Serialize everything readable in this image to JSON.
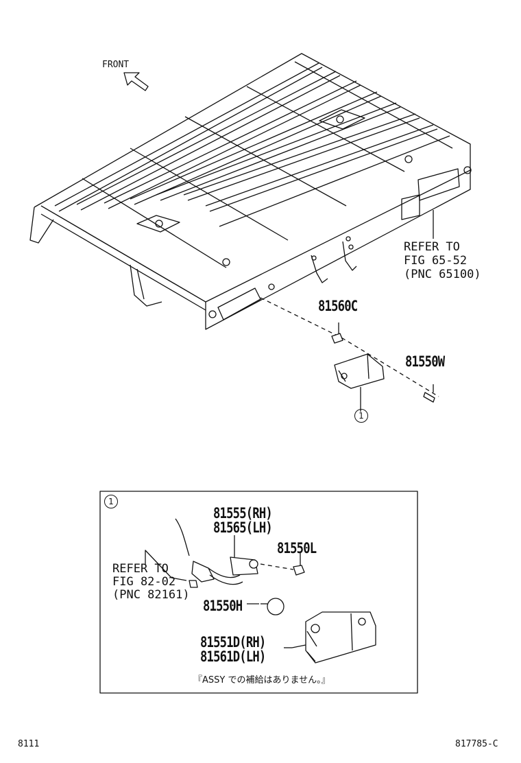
{
  "front_label": "FRONT",
  "parts_upper": {
    "nut_code": "81560C",
    "screw_code": "81550W",
    "ref_body": [
      "REFER TO",
      "FIG 65-52",
      "(PNC 65100)"
    ],
    "callout": "1"
  },
  "detail_box": {
    "callout": "1",
    "socket_rh": "81555(RH)",
    "socket_lh": "81565(LH)",
    "bulb_small": "81550L",
    "bulb_large": "81550H",
    "lamp_rh": "81551D(RH)",
    "lamp_lh": "81561D(LH)",
    "ref_wire": [
      "REFER TO",
      "FIG 82-02",
      "(PNC 82161)"
    ],
    "note": "『ASSY での補給はありません。』"
  },
  "footer": {
    "page_code": "8111",
    "figure_id": "817785-C"
  },
  "colors": {
    "ink": "#111111",
    "background": "#ffffff"
  }
}
